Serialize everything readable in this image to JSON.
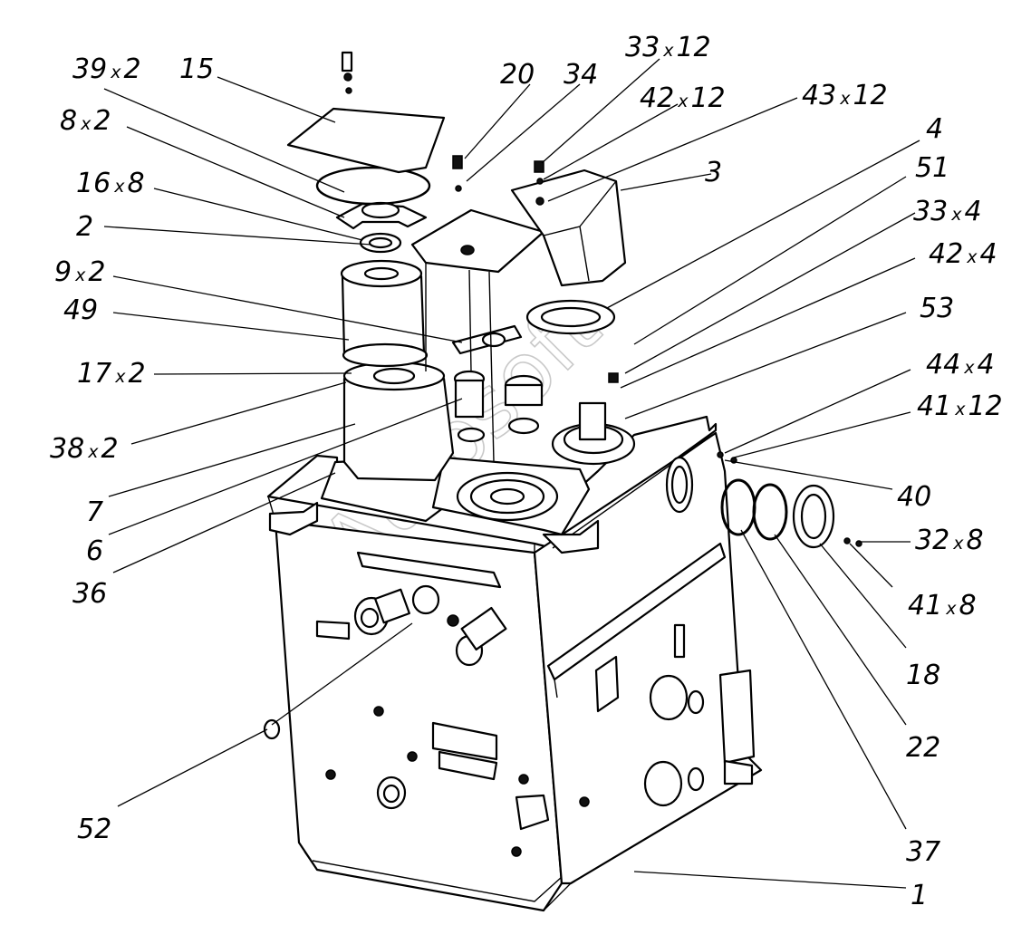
{
  "watermark": "Autosoft",
  "labels": [
    {
      "id": "l15",
      "num": "15",
      "qty": ""
    },
    {
      "id": "l39",
      "num": "39",
      "qty": "x",
      "n2": "2"
    },
    {
      "id": "l8",
      "num": "8",
      "qty": "x",
      "n2": "2"
    },
    {
      "id": "l16",
      "num": "16",
      "qty": "x",
      "n2": "8"
    },
    {
      "id": "l2",
      "num": "2",
      "qty": ""
    },
    {
      "id": "l9",
      "num": "9",
      "qty": "x",
      "n2": "2"
    },
    {
      "id": "l49",
      "num": "49",
      "qty": ""
    },
    {
      "id": "l17",
      "num": "17",
      "qty": "x",
      "n2": "2"
    },
    {
      "id": "l38",
      "num": "38",
      "qty": "x",
      "n2": "2"
    },
    {
      "id": "l7",
      "num": "7",
      "qty": ""
    },
    {
      "id": "l6",
      "num": "6",
      "qty": ""
    },
    {
      "id": "l36",
      "num": "36",
      "qty": ""
    },
    {
      "id": "l52",
      "num": "52",
      "qty": ""
    },
    {
      "id": "l20",
      "num": "20",
      "qty": ""
    },
    {
      "id": "l34",
      "num": "34",
      "qty": ""
    },
    {
      "id": "l33a",
      "num": "33",
      "qty": "x",
      "n2": "12"
    },
    {
      "id": "l42a",
      "num": "42",
      "qty": "x",
      "n2": "12"
    },
    {
      "id": "l43",
      "num": "43",
      "qty": "x",
      "n2": "12"
    },
    {
      "id": "l3",
      "num": "3",
      "qty": ""
    },
    {
      "id": "l4",
      "num": "4",
      "qty": ""
    },
    {
      "id": "l51",
      "num": "51",
      "qty": ""
    },
    {
      "id": "l33b",
      "num": "33",
      "qty": "x",
      "n2": "4"
    },
    {
      "id": "l42b",
      "num": "42",
      "qty": "x",
      "n2": "4"
    },
    {
      "id": "l53",
      "num": "53",
      "qty": ""
    },
    {
      "id": "l44",
      "num": "44",
      "qty": "x",
      "n2": "4"
    },
    {
      "id": "l41a",
      "num": "41",
      "qty": "x",
      "n2": "12"
    },
    {
      "id": "l40",
      "num": "40",
      "qty": ""
    },
    {
      "id": "l32",
      "num": "32",
      "qty": "x",
      "n2": "8"
    },
    {
      "id": "l41b",
      "num": "41",
      "qty": "x",
      "n2": "8"
    },
    {
      "id": "l18",
      "num": "18",
      "qty": ""
    },
    {
      "id": "l22",
      "num": "22",
      "qty": ""
    },
    {
      "id": "l37",
      "num": "37",
      "qty": ""
    },
    {
      "id": "l1",
      "num": "1",
      "qty": ""
    }
  ]
}
